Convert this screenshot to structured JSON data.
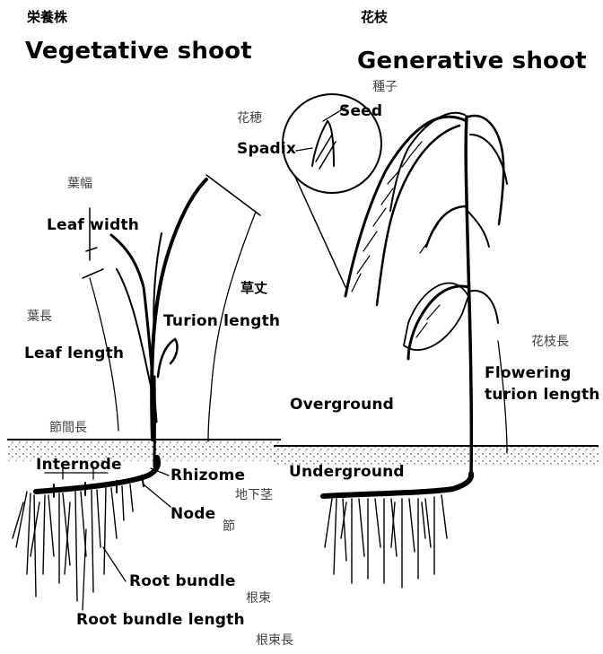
{
  "vegetative": {
    "title_jp": "栄養株",
    "title_en": "Vegetative shoot",
    "leaf_width_jp": "葉幅",
    "leaf_width_en": "Leaf width",
    "leaf_length_jp": "葉長",
    "leaf_length_en": "Leaf length",
    "turion_jp": "草丈",
    "turion_en": "Turion length",
    "internode_jp": "節間長",
    "internode_en": "Internode",
    "rhizome_en": "Rhizome",
    "rhizome_jp": "地下茎",
    "node_en": "Node",
    "node_jp": "節",
    "root_bundle_en": "Root bundle",
    "root_bundle_jp": "根束",
    "root_bundle_length_en": "Root bundle length",
    "root_bundle_length_jp": "根束長"
  },
  "generative": {
    "title_jp": "花枝",
    "title_en": "Generative shoot",
    "seed_jp": "種子",
    "seed_en": "Seed",
    "spadix_jp": "花穂",
    "spadix_en": "Spadix",
    "flowering_jp": "花枝長",
    "flowering_en_1": "Flowering",
    "flowering_en_2": "turion length"
  },
  "ground": {
    "overground": "Overground",
    "underground": "Underground"
  }
}
